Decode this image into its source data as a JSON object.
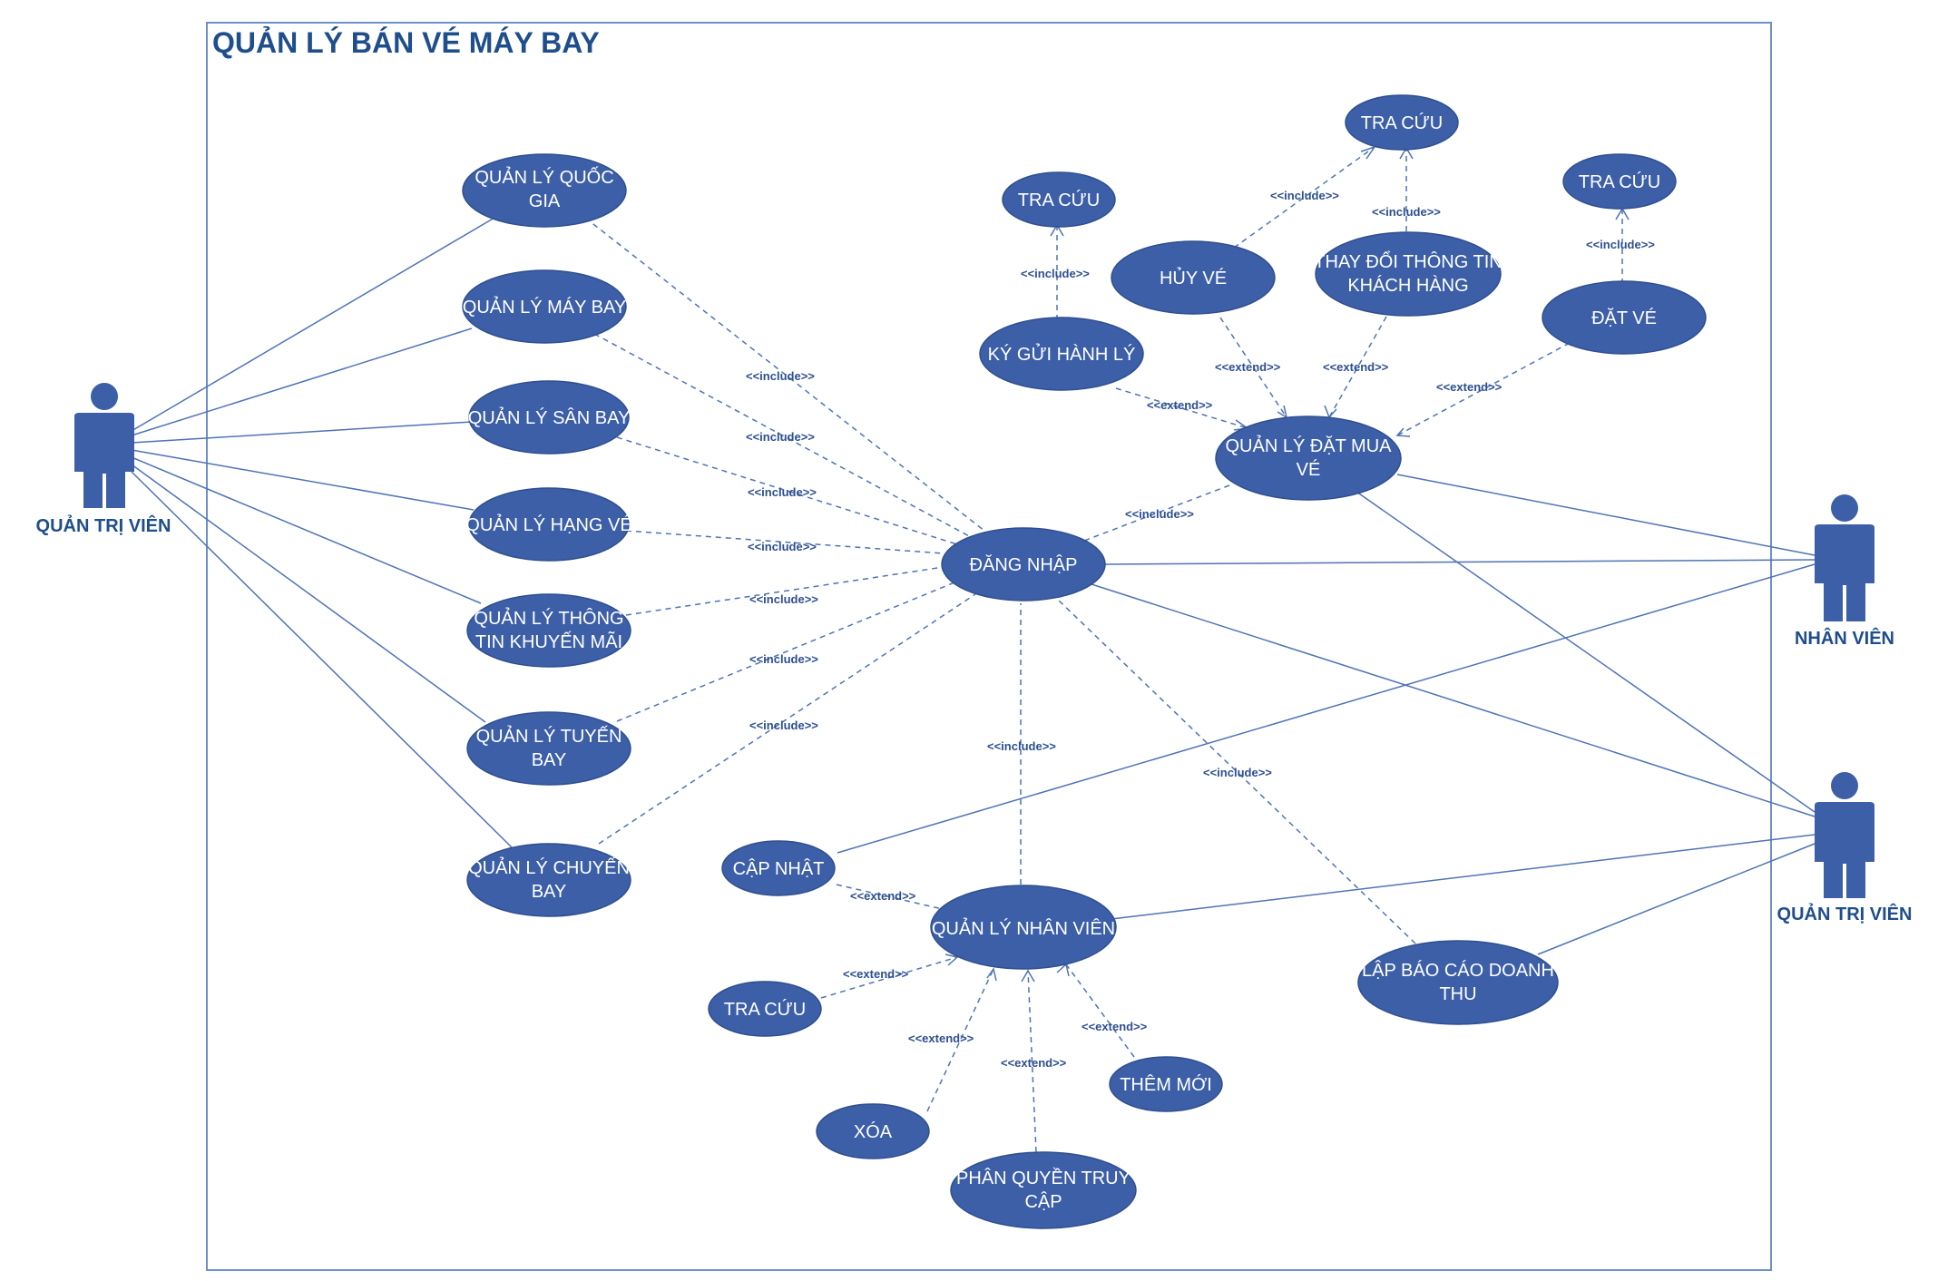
{
  "title": "QUẢN LÝ BÁN VÉ MÁY BAY",
  "colors": {
    "usecase_fill": "#3c5fa7",
    "line": "#4f73b6",
    "actor": "#3c5fa7",
    "text": "#1f4e8c"
  },
  "actors": {
    "admin_left": "QUẢN TRỊ VIÊN",
    "staff": "NHÂN VIÊN",
    "admin_right": "QUẢN TRỊ VIÊN"
  },
  "usecases": {
    "ql_quoc_gia": [
      "QUẢN LÝ QUỐC",
      "GIA"
    ],
    "ql_may_bay": [
      "QUẢN LÝ MÁY BAY"
    ],
    "ql_san_bay": [
      "QUẢN LÝ SÂN BAY"
    ],
    "ql_hang_ve": [
      "QUẢN LÝ HẠNG VÉ"
    ],
    "ql_khuyen_mai": [
      "QUẢN LÝ THÔNG",
      "TIN KHUYẾN MÃI"
    ],
    "ql_tuyen_bay": [
      "QUẢN LÝ TUYẾN",
      "BAY"
    ],
    "ql_chuyen_bay": [
      "QUẢN LÝ CHUYẾN",
      "BAY"
    ],
    "dang_nhap": [
      "ĐĂNG NHẬP"
    ],
    "ql_dat_mua_ve": [
      "QUẢN LÝ ĐẶT MUA",
      "VÉ"
    ],
    "ky_gui": [
      "KÝ GỬI HÀNH LÝ"
    ],
    "tra_cuu_kg": [
      "TRA CỨU"
    ],
    "huy_ve": [
      "HỦY VÉ"
    ],
    "tra_cuu_top": [
      "TRA CỨU"
    ],
    "thay_doi_kh": [
      "THAY ĐỔI THÔNG TIN",
      "KHÁCH HÀNG"
    ],
    "tra_cuu_dv": [
      "TRA CỨU"
    ],
    "dat_ve": [
      "ĐẶT VÉ"
    ],
    "ql_nhan_vien": [
      "QUẢN LÝ NHÂN VIÊN"
    ],
    "cap_nhat": [
      "CẬP NHẬT"
    ],
    "tra_cuu_nv": [
      "TRA CỨU"
    ],
    "xoa": [
      "XÓA"
    ],
    "phan_quyen": [
      "PHÂN QUYỀN TRUY",
      "CẬP"
    ],
    "them_moi": [
      "THÊM MỚI"
    ],
    "bao_cao": [
      "LẬP BÁO CÁO DOANH",
      "THU"
    ]
  },
  "relations": {
    "include": "<<include>>",
    "extend": "<<extend>>"
  }
}
